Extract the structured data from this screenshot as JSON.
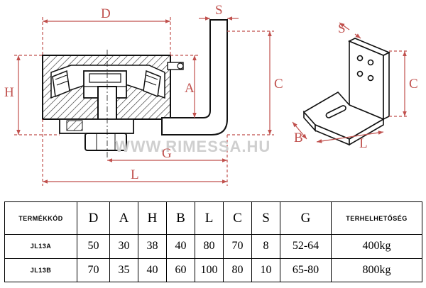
{
  "drawing": {
    "dimension_labels": {
      "D": "D",
      "S_side": "S",
      "H": "H",
      "A": "A",
      "C_side": "C",
      "G": "G",
      "L_side": "L",
      "S_iso": "S",
      "C_iso": "C",
      "B_iso": "B",
      "L_iso": "L"
    },
    "watermark": "WWW.RIMESSA.HU",
    "colors": {
      "dimension": "#c0504d",
      "outline": "#111111",
      "hatch": "#333333",
      "watermark": "#cfcfcf"
    }
  },
  "table": {
    "headers": [
      "TERMÉKKÓD",
      "D",
      "A",
      "H",
      "B",
      "L",
      "C",
      "S",
      "G",
      "TERHELHETŐSÉG"
    ],
    "rows": [
      [
        "JL13A",
        "50",
        "30",
        "38",
        "40",
        "80",
        "70",
        "8",
        "52-64",
        "400kg"
      ],
      [
        "JL13B",
        "70",
        "35",
        "40",
        "60",
        "100",
        "80",
        "10",
        "65-80",
        "800kg"
      ]
    ]
  }
}
